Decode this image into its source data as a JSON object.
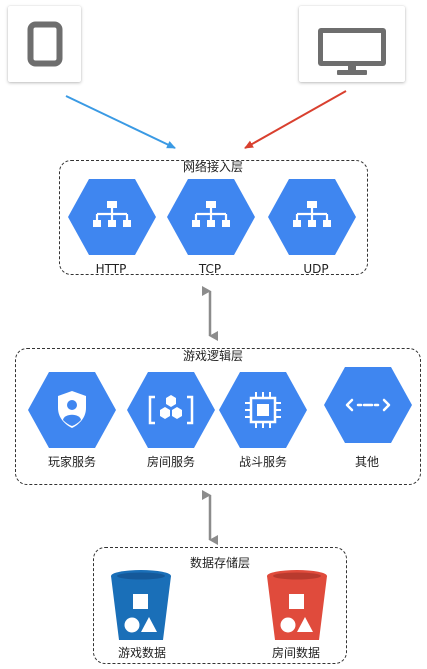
{
  "clients": [
    {
      "id": "tablet",
      "icon": "tablet-icon"
    },
    {
      "id": "monitor",
      "icon": "monitor-icon"
    }
  ],
  "colors": {
    "hex_blue": "#3f86f0",
    "hex_blue_dark": "#2b6fd6",
    "bucket_blue": "#1a6fb8",
    "bucket_red": "#e04b3c",
    "arrow_blue": "#3a9ae4",
    "arrow_red": "#d9402f",
    "connector": "#8c8c8c"
  },
  "layers": {
    "network": {
      "title": "网络接入层",
      "items": [
        {
          "label": "HTTP",
          "icon": "network-tree-icon"
        },
        {
          "label": "TCP",
          "icon": "network-tree-icon"
        },
        {
          "label": "UDP",
          "icon": "network-tree-icon"
        }
      ]
    },
    "logic": {
      "title": "游戏逻辑层",
      "items": [
        {
          "label": "玩家服务",
          "icon": "user-shield-icon"
        },
        {
          "label": "房间服务",
          "icon": "hexagon-cluster-icon"
        },
        {
          "label": "战斗服务",
          "icon": "chip-icon"
        },
        {
          "label": "其他",
          "icon": "bidirectional-arrow-icon"
        }
      ]
    },
    "storage": {
      "title": "数据存储层",
      "items": [
        {
          "label": "游戏数据",
          "icon": "storage-bucket-icon"
        },
        {
          "label": "房间数据",
          "icon": "storage-bucket-icon"
        }
      ]
    }
  }
}
